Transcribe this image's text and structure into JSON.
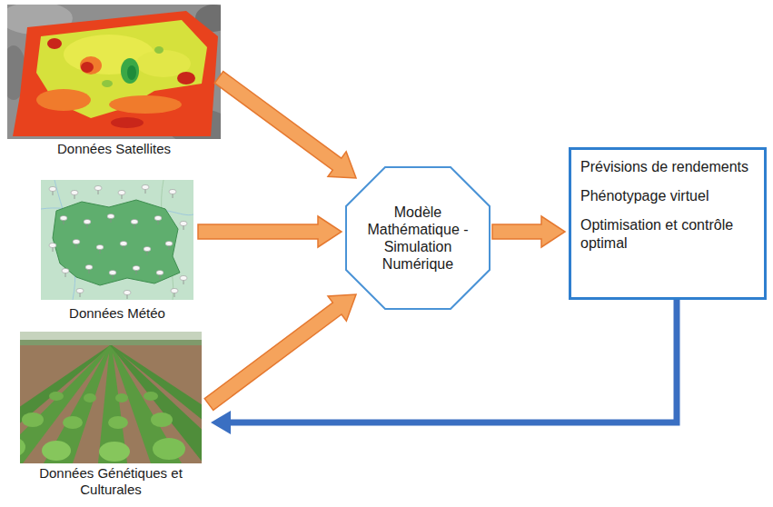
{
  "diagram": {
    "nodes": [
      {
        "text": [
          "Données Satellites"
        ]
      },
      {
        "text": [
          "Données Météo"
        ]
      },
      {
        "text": [
          "Données Génétiques et Culturales"
        ]
      },
      {
        "text": [
          "Modèle Mathématique - Simulation Numérique"
        ]
      },
      {
        "text": [
          "Prévisions de rendements",
          "Phénotypage virtuel",
          "Optimisation et contrôle optimal"
        ]
      }
    ],
    "edges": [
      {
        "from": 0,
        "to": 3,
        "arrow": "to"
      },
      {
        "from": 1,
        "to": 3,
        "arrow": "to"
      },
      {
        "from": 2,
        "to": 3,
        "arrow": "to"
      },
      {
        "from": 3,
        "to": 4,
        "arrow": "to"
      },
      {
        "from": 4,
        "to": 2,
        "arrow": "to"
      }
    ]
  }
}
